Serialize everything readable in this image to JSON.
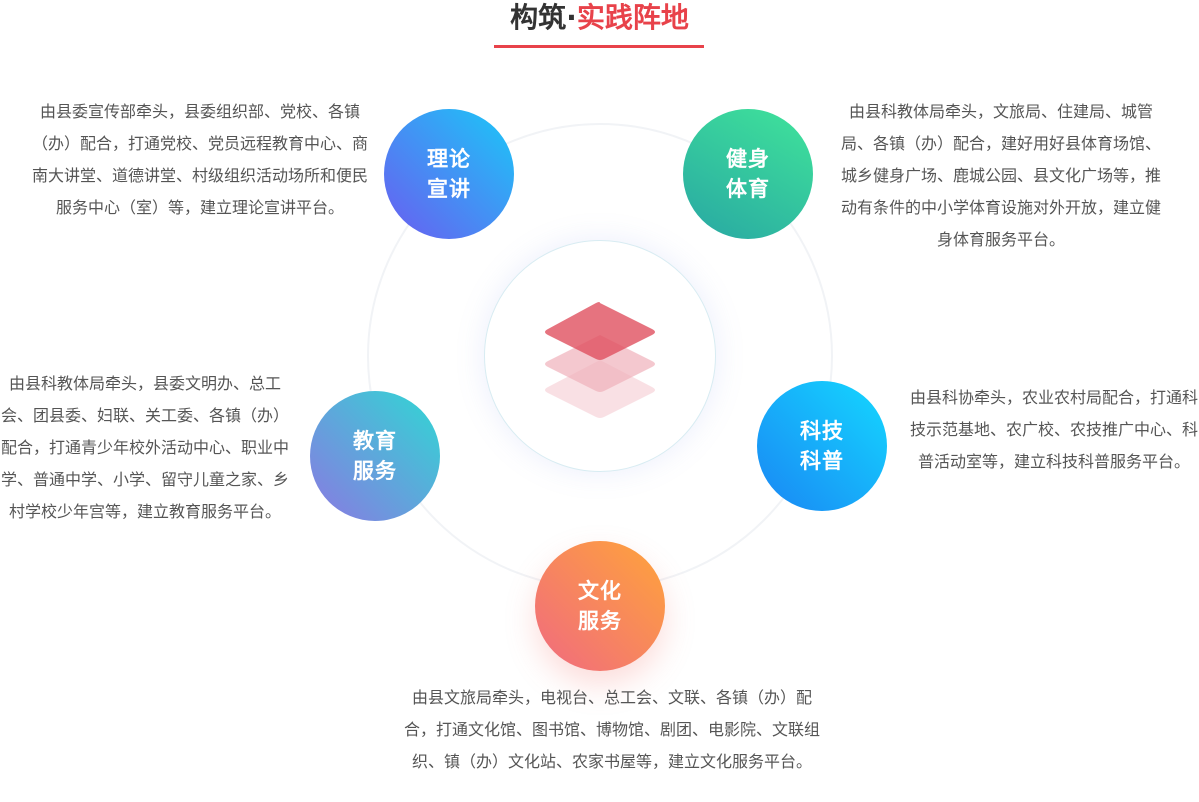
{
  "header": {
    "title_main": "构筑",
    "title_dot": "·",
    "title_highlight": "实践阵地"
  },
  "colors": {
    "accent": "#e8424a",
    "text": "#555555"
  },
  "center_icon": "layers-icon",
  "nodes": [
    {
      "id": "theory",
      "label_1": "理论",
      "label_2": "宣讲",
      "desc": "由县委宣传部牵头，县委组织部、党校、各镇（办）配合，打通党校、党员远程教育中心、商南大讲堂、道德讲堂、村级组织活动场所和便民服务中心（室）等，建立理论宣讲平台。"
    },
    {
      "id": "sports",
      "label_1": "健身",
      "label_2": "体育",
      "desc": "由县科教体局牵头，文旅局、住建局、城管局、各镇（办）配合，建好用好县体育场馆、城乡健身广场、鹿城公园、县文化广场等，推动有条件的中小学体育设施对外开放，建立健身体育服务平台。"
    },
    {
      "id": "education",
      "label_1": "教育",
      "label_2": "服务",
      "desc": "由县科教体局牵头，县委文明办、总工会、团县委、妇联、关工委、各镇（办）配合，打通青少年校外活动中心、职业中学、普通中学、小学、留守儿童之家、乡村学校少年宫等，建立教育服务平台。"
    },
    {
      "id": "science",
      "label_1": "科技",
      "label_2": "科普",
      "desc": "由县科协牵头，农业农村局配合，打通科技示范基地、农广校、农技推广中心、科普活动室等，建立科技科普服务平台。"
    },
    {
      "id": "culture",
      "label_1": "文化",
      "label_2": "服务",
      "desc": "由县文旅局牵头，电视台、总工会、文联、各镇（办）配合，打通文化馆、图书馆、博物馆、剧团、电影院、文联组织、镇（办）文化站、农家书屋等，建立文化服务平台。"
    }
  ]
}
